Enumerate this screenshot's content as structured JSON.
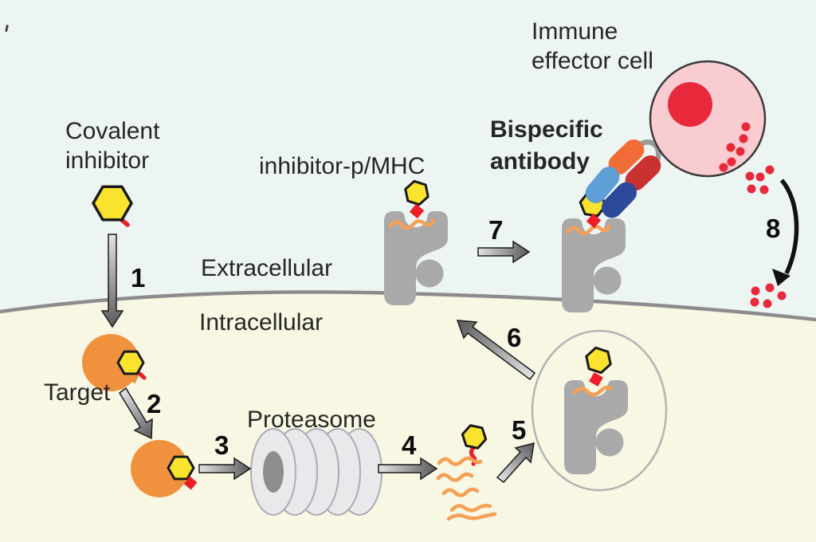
{
  "labels": {
    "covalent_inhibitor": [
      "Covalent",
      "inhibitor"
    ],
    "inhibitor_pmhc": "inhibitor-p/MHC",
    "extracellular": "Extracellular",
    "intracellular": "Intracellular",
    "target": "Target",
    "proteasome": "Proteasome",
    "immune_effector_cell": [
      "Immune",
      "effector cell"
    ],
    "bispecific_antibody": [
      "Bispecific",
      "antibody"
    ]
  },
  "steps": [
    "1",
    "2",
    "3",
    "4",
    "5",
    "6",
    "7",
    "8"
  ],
  "icons": {
    "covalent_inhibitor": "yellow-hexagon-with-red-warhead",
    "target": "orange-circle-protein",
    "proteasome": "gray-barrel-cylinder",
    "peptides": "orange-squiggle-fragments",
    "mhc": "gray-mhc-molecule-with-groove",
    "vesicle": "gray-outline-ellipse",
    "bispecific_antibody": "four-pill-diabody",
    "immune_effector_cell": "pink-cell-with-red-nucleus",
    "granules": "red-dots"
  },
  "colors": {
    "extracellular_bg": "#edf5f3",
    "intracellular_bg": "#f8f7e4",
    "membrane": "#8c8c8c",
    "mhc_gray": "#a9a9a9",
    "inhibitor_yellow": "#f9e32d",
    "inhibitor_outline": "#1a1a1a",
    "warhead_red": "#ee1c25",
    "target_orange": "#f0913e",
    "peptide_orange": "#f5a054",
    "proteasome_fill": "#e9e9ec",
    "proteasome_stroke": "#ababb2",
    "proteasome_pore": "#8d8d8d",
    "cell_pink": "#f8ccd0",
    "cell_outline": "#3a3a3a",
    "granule_red": "#e8293b",
    "ab_lightblue": "#5f9fd8",
    "ab_orange": "#f26c38",
    "ab_red": "#c93231",
    "ab_darkblue": "#2c4a99",
    "ab_linker": "#9a9a9a",
    "vesicle_stroke": "#b3b3b3",
    "arrow_light": "#e3e3e3",
    "arrow_dark": "#5a5a5a",
    "text": "#262626"
  }
}
